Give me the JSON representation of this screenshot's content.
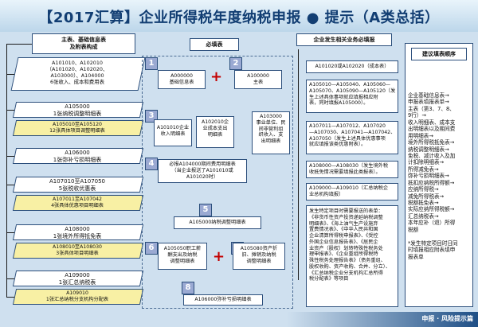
{
  "title": "【2017汇算】企业所得税年度纳税申报 ● 提示（A类总括）",
  "footer": "申报 · 风险提示篇",
  "left": {
    "header": "主表、基础信息表\n及附表构成",
    "items": [
      {
        "text": "A101010、A102010\n（A101020、A102020、\nA103000）、A104000\n6张收入、成本和费用表",
        "style": "white"
      },
      {
        "text": "A105000\n1张纳税调整明细表",
        "style": "white"
      },
      {
        "text": "A105010至A105120\n12张具体项目调整明细表",
        "style": "yellow"
      },
      {
        "text": "A106000\n1张弥补亏损明细表",
        "style": "white"
      },
      {
        "text": "A107010至A107050\n5张税收优惠表",
        "style": "white"
      },
      {
        "text": "A107011至A107042\n4张具体优惠项目明细表",
        "style": "yellow"
      },
      {
        "text": "A108000\n1张境外所得抵免表",
        "style": "white"
      },
      {
        "text": "A108010至A108030\n3张具体项目明细表",
        "style": "yellow"
      },
      {
        "text": "A109000\n1张汇总纳税表",
        "style": "white"
      },
      {
        "text": "A109010\n1张汇总纳税分支机构分配表",
        "style": "yellow"
      }
    ]
  },
  "middle": {
    "header": "必填表",
    "numbers": [
      "1",
      "2",
      "3",
      "4",
      "5",
      "6",
      "7",
      "8"
    ],
    "b1": "A000000\n基础信息表",
    "b2": "A100000\n主表",
    "b3a": "A101010企业\n收入明细表",
    "b3b": "A102010企\n业成本支出\n明细表",
    "b3c": "A103000\n事业单位、民\n间非营利组\n织收入、支\n出明细表",
    "b4": "必报A104000期间费用明细表\n（当企业报送了A101010或\nA101020时）",
    "b5": "A105000纳税调整明细表",
    "b6": "A105050职工薪\n酬支出及纳税\n调整明细表",
    "b7": "A105080资产折\n旧、摊销及纳税\n调整明细表",
    "b8": "A106000弥补亏损明细表"
  },
  "right": {
    "header": "企业发生相关业务必填报",
    "r1": "A101020或A102020（成本表）",
    "r2": "A105010—A105040、A105060—\nA105070、A105090—A105120（发\n生上述具体事项就应填报相应附\n表，同时填报A105000）。",
    "r3": "A107011—A107012、A107020\n—A107030、A107041—A107042、\nA107050（发生上述具体优惠事项\n就应填报该类优惠附表）。",
    "r4": "A108000—A108030（发生境外税\n收抵免情况需要填报此类报表）。",
    "r5": "A109000—A109010（汇总纳税企\n业总机构填报）",
    "r6": "发生特定项目时需要报送的表单：\n《非货币性资产投资递延纳税调整\n明细表》、《海上油气生产设施弃\n置费情况表》、《中华人民共和国\n企业清算所得税申报表》、《受控\n外国企业信息报告表》、《居民企\n业资产（股权）划转特殊性税务处\n理申报表》、《企业重组所得税特\n殊性税务处理报告表》（债务重组、\n股权收购、资产收购、合并、分立）、\n《汇总纳税企业分支机构汇总所得\n税分配表》等项目"
  },
  "order": {
    "header": "建议填表顺序",
    "text": "企业基础信息表→\n申报表填报表单→\n主表（第3、7、8、\n9行）→\n收入明细表、成本支\n出明细表以及期间费\n用明细表→\n境外所得税抵免表→\n纳税调整明细表→\n免税、减计收入及加\n计扣除明细表→\n所得减免表→\n弥补亏损明细表→\n抵扣应纳税所得额→\n应纳所得税→\n减免所得税表→\n税额抵免表→\n实际应纳所得税额→\n汇总纳税表→\n本年应补（退）所得\n税额\n\n*发生特定项目时日同\n时填报相应附表填申\n报表单"
  }
}
